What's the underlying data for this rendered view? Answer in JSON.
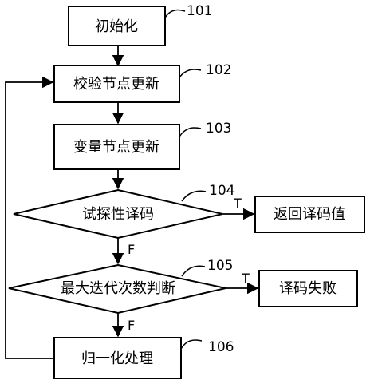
{
  "nodes": {
    "init": {
      "label": "初始化",
      "ref": "101"
    },
    "check_update": {
      "label": "校验节点更新",
      "ref": "102"
    },
    "var_update": {
      "label": "变量节点更新",
      "ref": "103"
    },
    "trial_decode": {
      "label": "试探性译码",
      "ref": "104"
    },
    "return_value": {
      "label": "返回译码值"
    },
    "max_iter": {
      "label": "最大迭代次数判断",
      "ref": "105"
    },
    "decode_fail": {
      "label": "译码失败"
    },
    "normalize": {
      "label": "归一化处理",
      "ref": "106"
    }
  },
  "edges": {
    "trial_true": "T",
    "trial_false": "F",
    "max_true": "T",
    "max_false": "F"
  }
}
